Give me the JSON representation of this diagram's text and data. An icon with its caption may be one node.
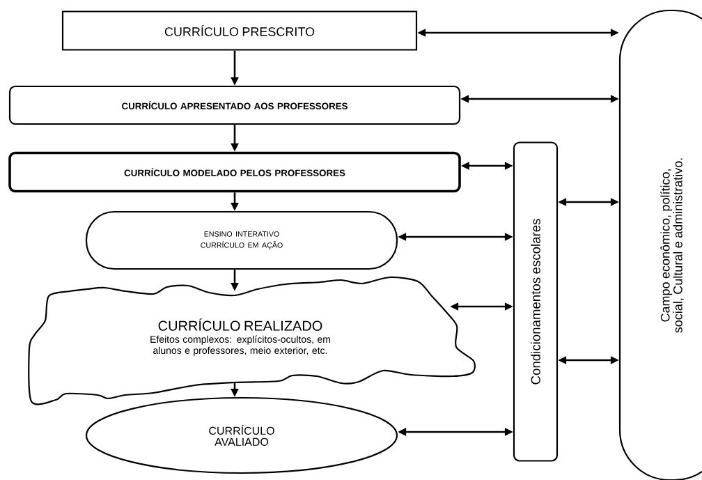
{
  "diagram": {
    "nodes": [
      {
        "text": [
          "CURRÍCULO PRESCRITO"
        ]
      },
      {
        "text": [
          "CURRÍCULO APRESENTADO AOS PROFESSORES"
        ]
      },
      {
        "text": [
          "CURRÍCULO MODELADO PELOS PROFESSORES"
        ]
      },
      {
        "text": [
          "ENSINO INTERATIVO CURRÍCULO EM AÇÃO"
        ]
      },
      {
        "text": [
          "CURRÍCULO REALIZADO",
          "Efeitos complexos: explícitos-ocultos, em alunos e professores, meio exterior, etc."
        ]
      },
      {
        "text": [
          "CURRÍCULO AVALIADO"
        ]
      },
      {
        "text": [
          "Condicionamentos escolares"
        ]
      },
      {
        "text": [
          "Campo econômico, político, social, Cultural e administrativo."
        ]
      }
    ],
    "edges": [
      {
        "from": 0,
        "to": 1,
        "arrow": "to"
      },
      {
        "from": 1,
        "to": 2,
        "arrow": "to"
      },
      {
        "from": 2,
        "to": 3,
        "arrow": "to"
      },
      {
        "from": 3,
        "to": 4,
        "arrow": "to"
      },
      {
        "from": 4,
        "to": 5,
        "arrow": "to"
      },
      {
        "from": 0,
        "to": 7,
        "arrow": "both"
      },
      {
        "from": 1,
        "to": 7,
        "arrow": "both"
      },
      {
        "from": 2,
        "to": 6,
        "arrow": "both"
      },
      {
        "from": 3,
        "to": 6,
        "arrow": "both"
      },
      {
        "from": 4,
        "to": 6,
        "arrow": "both"
      },
      {
        "from": 5,
        "to": 6,
        "arrow": "both"
      },
      {
        "from": 6,
        "to": 7,
        "arrow": "both"
      },
      {
        "from": 6,
        "to": 7,
        "arrow": "both"
      }
    ]
  }
}
